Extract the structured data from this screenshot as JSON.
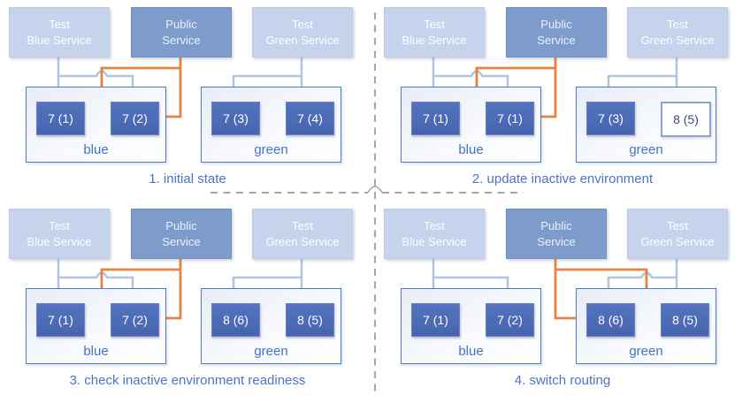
{
  "diagram": {
    "title": "blue-green deployment routing diagram",
    "colors": {
      "public_route_arrow": "#e8823c",
      "test_route_arrow": "#b0c5e4",
      "test_route_arrowhead": "#a3bbde",
      "service_light_fill": "#c5d4ec",
      "service_dark_fill": "#7e9ccb",
      "pod_fill": "#4a68b4",
      "environment_border": "#4f79c9",
      "environment_label_text": "#4472c4",
      "caption_text": "#4c73c6",
      "divider": "#a6a6a6"
    },
    "panels": [
      {
        "caption": "1. initial state",
        "public_route": "blue",
        "services": [
          {
            "line1": "Test",
            "line2": "Blue Service",
            "variant": "light"
          },
          {
            "line1": "Public",
            "line2": "Service",
            "variant": "dark"
          },
          {
            "line1": "Test",
            "line2": "Green Service",
            "variant": "light"
          }
        ],
        "environments": [
          {
            "name": "blue",
            "pods": [
              {
                "label": "7 (1)",
                "style": "filled"
              },
              {
                "label": "7 (2)",
                "style": "filled"
              }
            ]
          },
          {
            "name": "green",
            "pods": [
              {
                "label": "7 (3)",
                "style": "filled"
              },
              {
                "label": "7 (4)",
                "style": "filled"
              }
            ]
          }
        ]
      },
      {
        "caption": "2. update inactive environment",
        "public_route": "blue",
        "services": [
          {
            "line1": "Test",
            "line2": "Blue Service",
            "variant": "light"
          },
          {
            "line1": "Public",
            "line2": "Service",
            "variant": "dark"
          },
          {
            "line1": "Test",
            "line2": "Green Service",
            "variant": "light"
          }
        ],
        "environments": [
          {
            "name": "blue",
            "pods": [
              {
                "label": "7 (1)",
                "style": "filled"
              },
              {
                "label": "7 (1)",
                "style": "filled"
              }
            ]
          },
          {
            "name": "green",
            "pods": [
              {
                "label": "7 (3)",
                "style": "filled"
              },
              {
                "label": "8 (5)",
                "style": "inactive"
              }
            ]
          }
        ]
      },
      {
        "caption": "3. check inactive environment readiness",
        "public_route": "blue",
        "services": [
          {
            "line1": "Test",
            "line2": "Blue Service",
            "variant": "light"
          },
          {
            "line1": "Public",
            "line2": "Service",
            "variant": "dark"
          },
          {
            "line1": "Test",
            "line2": "Green Service",
            "variant": "light"
          }
        ],
        "environments": [
          {
            "name": "blue",
            "pods": [
              {
                "label": "7 (1)",
                "style": "filled"
              },
              {
                "label": "7 (2)",
                "style": "filled"
              }
            ]
          },
          {
            "name": "green",
            "pods": [
              {
                "label": "8 (6)",
                "style": "filled"
              },
              {
                "label": "8 (5)",
                "style": "filled"
              }
            ]
          }
        ]
      },
      {
        "caption": "4. switch routing",
        "public_route": "green",
        "services": [
          {
            "line1": "Test",
            "line2": "Blue Service",
            "variant": "light"
          },
          {
            "line1": "Public",
            "line2": "Service",
            "variant": "dark"
          },
          {
            "line1": "Test",
            "line2": "Green Service",
            "variant": "light"
          }
        ],
        "environments": [
          {
            "name": "blue",
            "pods": [
              {
                "label": "7 (1)",
                "style": "filled"
              },
              {
                "label": "7 (2)",
                "style": "filled"
              }
            ]
          },
          {
            "name": "green",
            "pods": [
              {
                "label": "8 (6)",
                "style": "filled"
              },
              {
                "label": "8 (5)",
                "style": "filled"
              }
            ]
          }
        ]
      }
    ]
  }
}
